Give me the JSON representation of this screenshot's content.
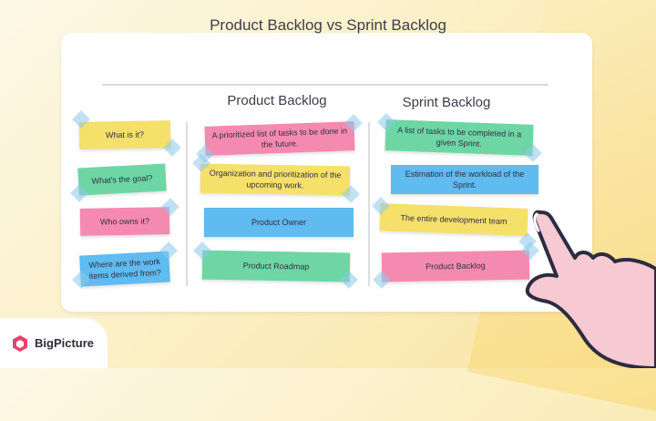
{
  "title": "Product Backlog vs Sprint Backlog",
  "columns": {
    "product": "Product Backlog",
    "sprint": "Sprint Backlog"
  },
  "questions": [
    "What is it?",
    "What's the goal?",
    "Who owns it?",
    "Where are the work items derived from?"
  ],
  "product_answers": [
    "A prioritized list of tasks to be done in the future.",
    "Organization and prioritization of the upcoming work.",
    "Product Owner",
    "Product Roadmap"
  ],
  "sprint_answers": [
    "A list of tasks to be completed in a given Sprint.",
    "Estimation of the workload of the Sprint.",
    "The entire development team",
    "Product Backlog"
  ],
  "colors": {
    "yellow": "#f5e06a",
    "green": "#6ed6a5",
    "pink": "#f58ab0",
    "blue": "#5fbbf0",
    "logo": "#e8416a"
  },
  "logo": {
    "text": "BigPicture",
    "icon": "hexagon-logo-icon"
  },
  "decoration": {
    "icon": "pointing-hand-icon"
  }
}
